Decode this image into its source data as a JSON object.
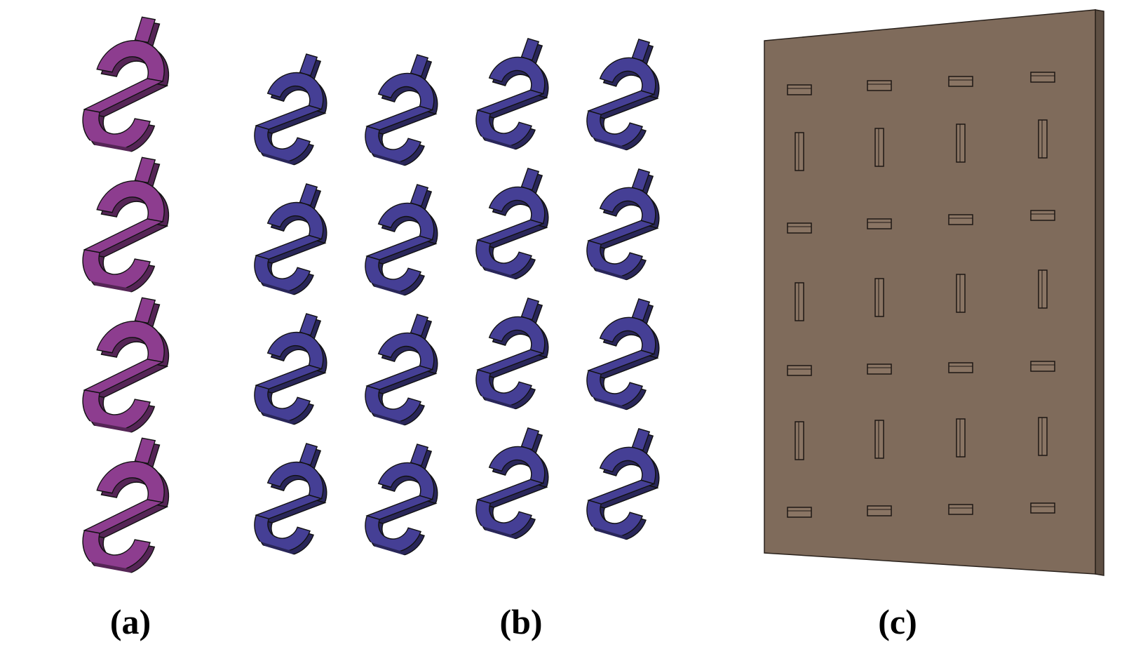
{
  "figure": {
    "panels": [
      {
        "id": "a",
        "label": "(a)",
        "color": "#8d3d8f"
      },
      {
        "id": "b",
        "label": "(b)",
        "color": "#453f95"
      },
      {
        "id": "c",
        "label": "(c)",
        "color": "#7f6b5b"
      }
    ],
    "panel_c_grid": {
      "columns": 4,
      "rows": 7,
      "slot_pattern": [
        "horizontal",
        "vertical",
        "horizontal",
        "vertical",
        "horizontal",
        "vertical",
        "horizontal"
      ]
    },
    "panel_b_grid": {
      "columns": 4,
      "rows": 4
    },
    "panel_a_units": 4
  }
}
